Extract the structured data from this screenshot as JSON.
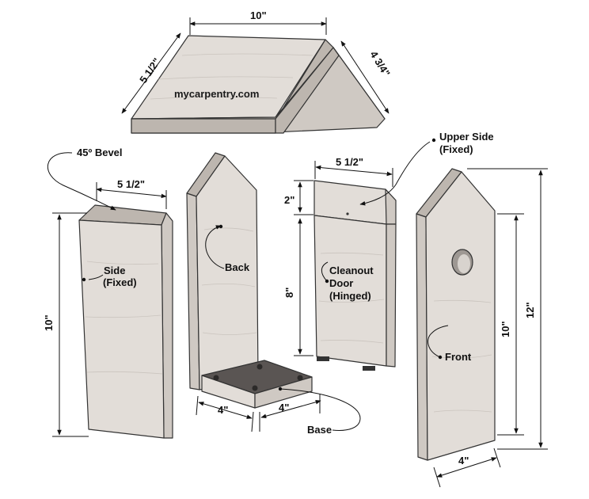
{
  "watermark": "mycarpentry.com",
  "colors": {
    "wood_face": "#e2ddd8",
    "wood_side": "#cfc9c3",
    "wood_edge": "#bdb6af",
    "roof_inner": "#b3ada8",
    "base_top": "#5a5553"
  },
  "parts": {
    "roof": {
      "width": "10\"",
      "slope_left": "5 1/2\"",
      "slope_right": "4 3/4\""
    },
    "side": {
      "bevel": "45º Bevel",
      "width": "5 1/2\"",
      "height": "10\"",
      "name_line1": "Side",
      "name_line2": "(Fixed)"
    },
    "back": {
      "name": "Back"
    },
    "base": {
      "depth": "4\"",
      "width": "4\"",
      "name": "Base"
    },
    "cleanout": {
      "width": "5 1/2\"",
      "top_height": "2\"",
      "door_height": "8\"",
      "name_line1": "Cleanout",
      "name_line2": "Door",
      "name_line3": "(Hinged)",
      "upper_line1": "Upper Side",
      "upper_line2": "(Fixed)"
    },
    "front": {
      "height_short": "10\"",
      "height_tall": "12\"",
      "width": "4\"",
      "name": "Front"
    }
  }
}
